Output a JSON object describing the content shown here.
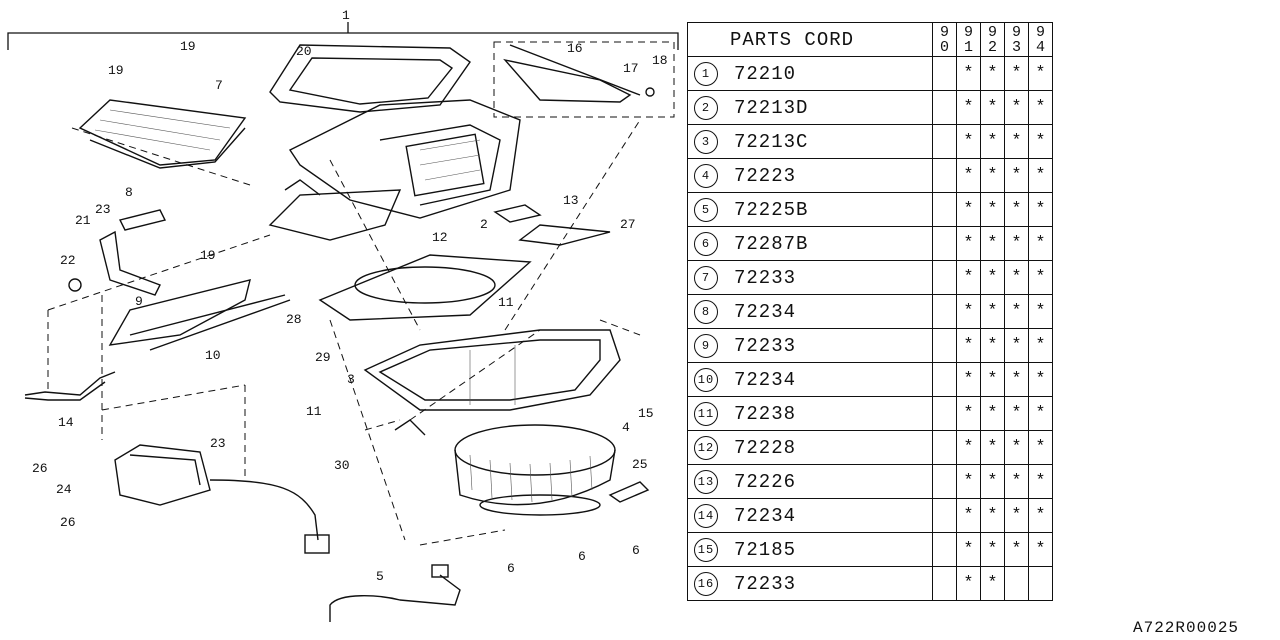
{
  "diagram": {
    "callouts": [
      "1",
      "2",
      "3",
      "4",
      "5",
      "6",
      "6",
      "6",
      "7",
      "8",
      "9",
      "10",
      "11",
      "11",
      "12",
      "13",
      "14",
      "15",
      "16",
      "17",
      "18",
      "19",
      "19",
      "19",
      "20",
      "21",
      "22",
      "23",
      "23",
      "24",
      "25",
      "26",
      "26",
      "27",
      "28",
      "29",
      "30"
    ]
  },
  "parts_table": {
    "header": "PARTS CORD",
    "years": [
      [
        "9",
        "0"
      ],
      [
        "9",
        "1"
      ],
      [
        "9",
        "2"
      ],
      [
        "9",
        "3"
      ],
      [
        "9",
        "4"
      ]
    ],
    "rows": [
      {
        "no": "1",
        "code": "72210",
        "marks": [
          "",
          "*",
          "*",
          "*",
          "*"
        ]
      },
      {
        "no": "2",
        "code": "72213D",
        "marks": [
          "",
          "*",
          "*",
          "*",
          "*"
        ]
      },
      {
        "no": "3",
        "code": "72213C",
        "marks": [
          "",
          "*",
          "*",
          "*",
          "*"
        ]
      },
      {
        "no": "4",
        "code": "72223",
        "marks": [
          "",
          "*",
          "*",
          "*",
          "*"
        ]
      },
      {
        "no": "5",
        "code": "72225B",
        "marks": [
          "",
          "*",
          "*",
          "*",
          "*"
        ]
      },
      {
        "no": "6",
        "code": "72287B",
        "marks": [
          "",
          "*",
          "*",
          "*",
          "*"
        ]
      },
      {
        "no": "7",
        "code": "72233",
        "marks": [
          "",
          "*",
          "*",
          "*",
          "*"
        ]
      },
      {
        "no": "8",
        "code": "72234",
        "marks": [
          "",
          "*",
          "*",
          "*",
          "*"
        ]
      },
      {
        "no": "9",
        "code": "72233",
        "marks": [
          "",
          "*",
          "*",
          "*",
          "*"
        ]
      },
      {
        "no": "10",
        "code": "72234",
        "marks": [
          "",
          "*",
          "*",
          "*",
          "*"
        ]
      },
      {
        "no": "11",
        "code": "72238",
        "marks": [
          "",
          "*",
          "*",
          "*",
          "*"
        ]
      },
      {
        "no": "12",
        "code": "72228",
        "marks": [
          "",
          "*",
          "*",
          "*",
          "*"
        ]
      },
      {
        "no": "13",
        "code": "72226",
        "marks": [
          "",
          "*",
          "*",
          "*",
          "*"
        ]
      },
      {
        "no": "14",
        "code": "72234",
        "marks": [
          "",
          "*",
          "*",
          "*",
          "*"
        ]
      },
      {
        "no": "15",
        "code": "72185",
        "marks": [
          "",
          "*",
          "*",
          "*",
          "*"
        ]
      },
      {
        "no": "16",
        "code": "72233",
        "marks": [
          "",
          "*",
          "*",
          "",
          ""
        ]
      }
    ]
  },
  "reference_code": "A722R00025"
}
